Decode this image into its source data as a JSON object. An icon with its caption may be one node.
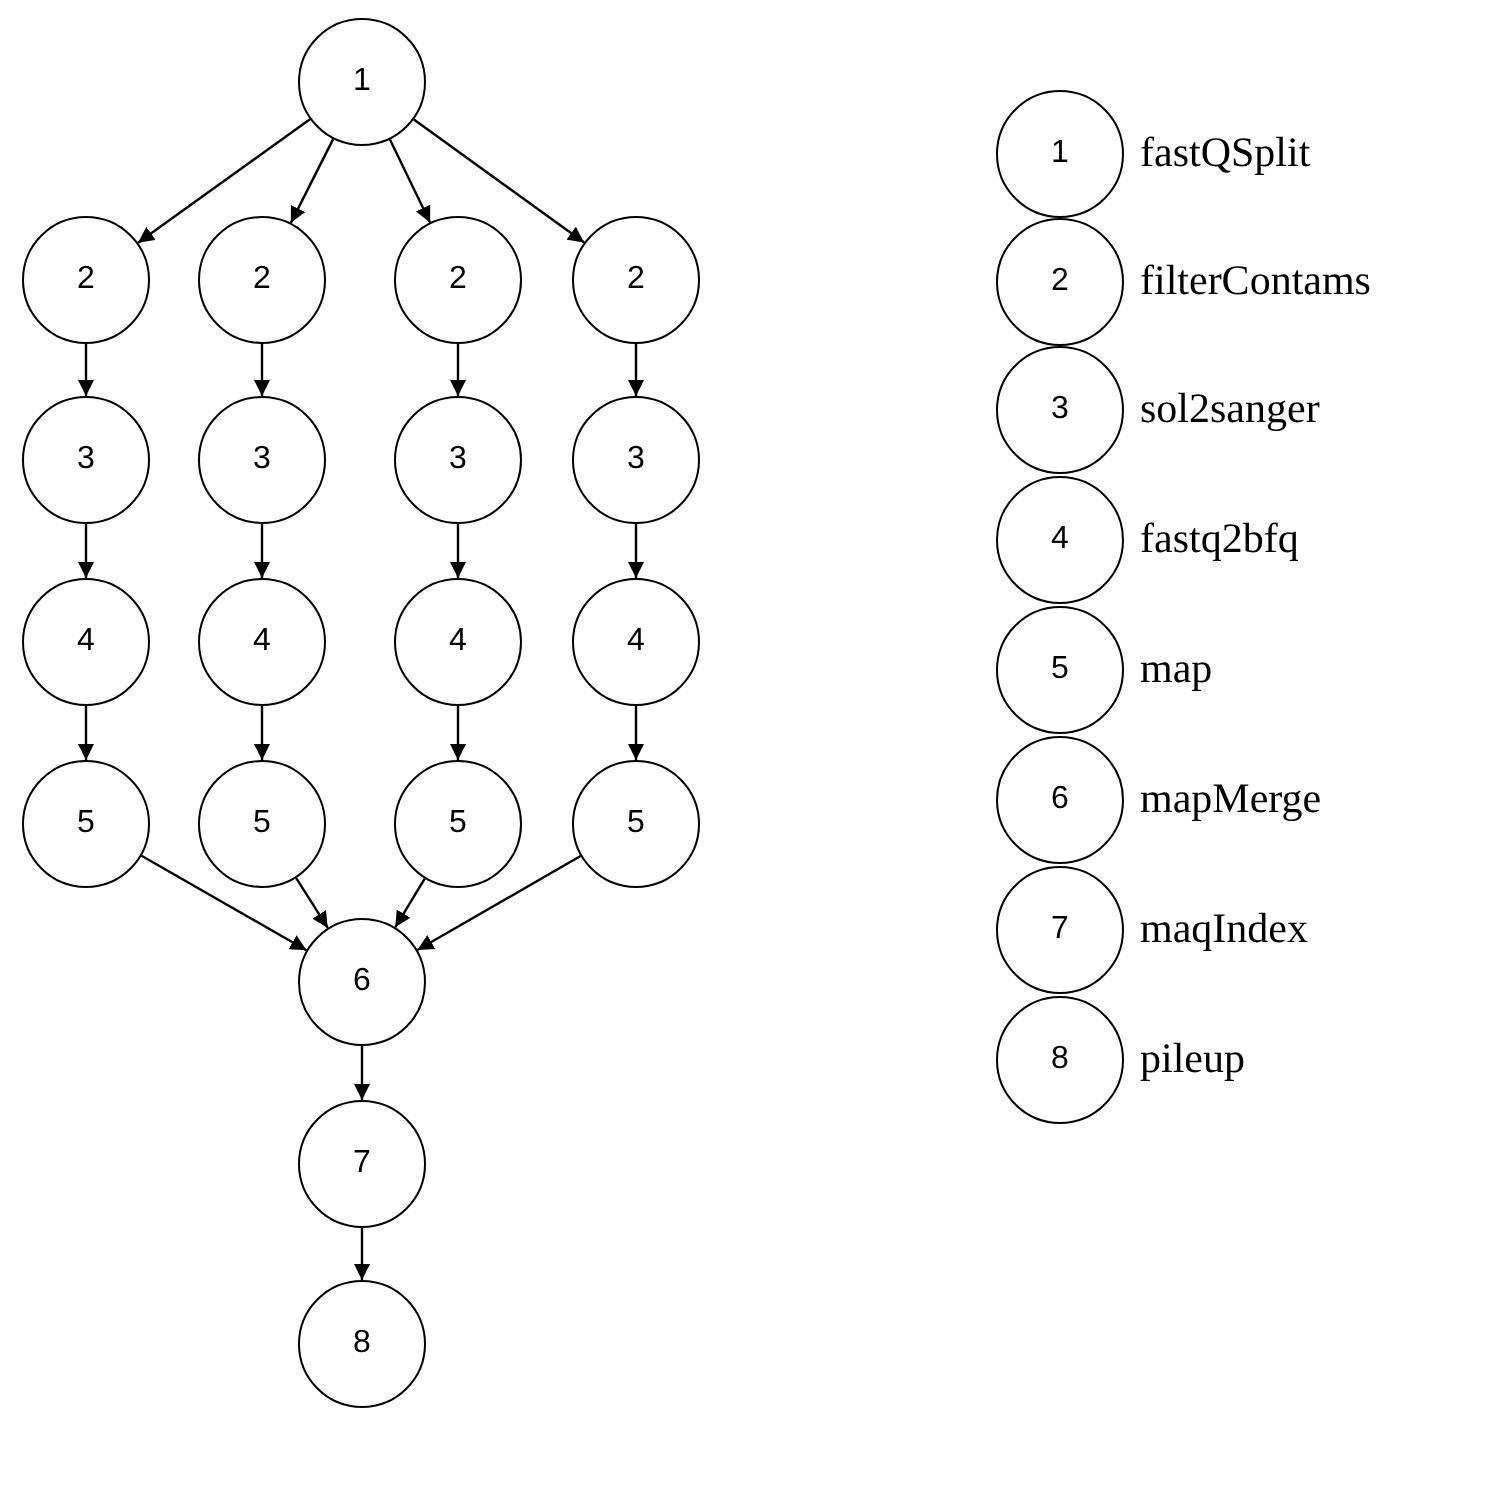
{
  "diagram": {
    "nodes": [
      {
        "text": [
          "1"
        ]
      },
      {
        "text": [
          "2"
        ]
      },
      {
        "text": [
          "2"
        ]
      },
      {
        "text": [
          "2"
        ]
      },
      {
        "text": [
          "2"
        ]
      },
      {
        "text": [
          "3"
        ]
      },
      {
        "text": [
          "3"
        ]
      },
      {
        "text": [
          "3"
        ]
      },
      {
        "text": [
          "3"
        ]
      },
      {
        "text": [
          "4"
        ]
      },
      {
        "text": [
          "4"
        ]
      },
      {
        "text": [
          "4"
        ]
      },
      {
        "text": [
          "4"
        ]
      },
      {
        "text": [
          "5"
        ]
      },
      {
        "text": [
          "5"
        ]
      },
      {
        "text": [
          "5"
        ]
      },
      {
        "text": [
          "5"
        ]
      },
      {
        "text": [
          "6"
        ]
      },
      {
        "text": [
          "7"
        ]
      },
      {
        "text": [
          "8"
        ]
      },
      {
        "text": [
          "1"
        ],
        "beside": [
          "fastQSplit"
        ]
      },
      {
        "text": [
          "2"
        ],
        "beside": [
          "filterContams"
        ]
      },
      {
        "text": [
          "3"
        ],
        "beside": [
          "sol2sanger"
        ]
      },
      {
        "text": [
          "4"
        ],
        "beside": [
          "fastq2bfq"
        ]
      },
      {
        "text": [
          "5"
        ],
        "beside": [
          "map"
        ]
      },
      {
        "text": [
          "6"
        ],
        "beside": [
          "mapMerge"
        ]
      },
      {
        "text": [
          "7"
        ],
        "beside": [
          "maqIndex"
        ]
      },
      {
        "text": [
          "8"
        ],
        "beside": [
          "pileup"
        ]
      }
    ],
    "edges": [
      {
        "from": 0,
        "to": 1,
        "arrow": "to"
      },
      {
        "from": 0,
        "to": 2,
        "arrow": "to"
      },
      {
        "from": 0,
        "to": 3,
        "arrow": "to"
      },
      {
        "from": 0,
        "to": 4,
        "arrow": "to"
      },
      {
        "from": 1,
        "to": 5,
        "arrow": "to"
      },
      {
        "from": 2,
        "to": 6,
        "arrow": "to"
      },
      {
        "from": 3,
        "to": 7,
        "arrow": "to"
      },
      {
        "from": 4,
        "to": 8,
        "arrow": "to"
      },
      {
        "from": 5,
        "to": 9,
        "arrow": "to"
      },
      {
        "from": 6,
        "to": 10,
        "arrow": "to"
      },
      {
        "from": 7,
        "to": 11,
        "arrow": "to"
      },
      {
        "from": 8,
        "to": 12,
        "arrow": "to"
      },
      {
        "from": 9,
        "to": 13,
        "arrow": "to"
      },
      {
        "from": 10,
        "to": 14,
        "arrow": "to"
      },
      {
        "from": 11,
        "to": 15,
        "arrow": "to"
      },
      {
        "from": 12,
        "to": 16,
        "arrow": "to"
      },
      {
        "from": 13,
        "to": 17,
        "arrow": "to"
      },
      {
        "from": 14,
        "to": 17,
        "arrow": "to"
      },
      {
        "from": 15,
        "to": 17,
        "arrow": "to"
      },
      {
        "from": 16,
        "to": 17,
        "arrow": "to"
      },
      {
        "from": 17,
        "to": 18,
        "arrow": "to"
      },
      {
        "from": 18,
        "to": 19,
        "arrow": "to"
      }
    ]
  }
}
